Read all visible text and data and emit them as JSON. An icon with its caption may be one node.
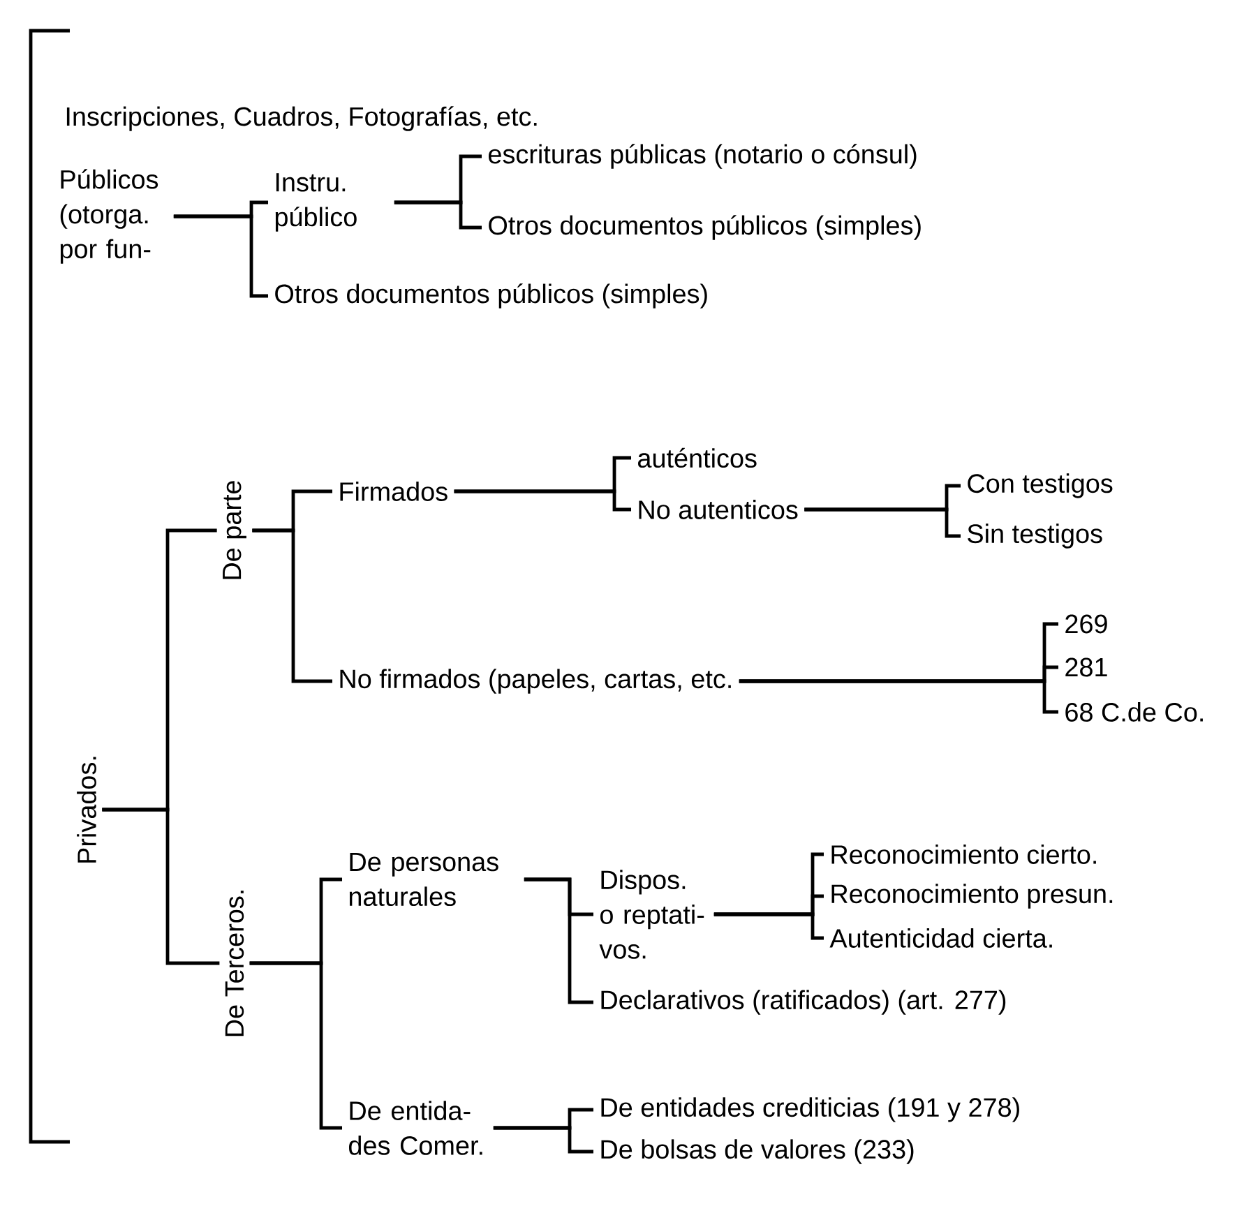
{
  "diagram": {
    "nodes": [
      {
        "text": [
          "Inscripciones, Cuadros, Fotografías, etc."
        ]
      },
      {
        "text": [
          "Públicos (otorga. por fun-"
        ]
      },
      {
        "text": [
          "Instru. público"
        ]
      },
      {
        "text": [
          "escrituras públicas (notario o cónsul)"
        ]
      },
      {
        "text": [
          "Otros documentos públicos (simples)"
        ]
      },
      {
        "text": [
          "Otros documentos públicos (simples)"
        ]
      },
      {
        "text": [
          "Privados."
        ]
      },
      {
        "text": [
          "De parte"
        ]
      },
      {
        "text": [
          "Firmados"
        ]
      },
      {
        "text": [
          "auténticos"
        ]
      },
      {
        "text": [
          "No autenticos"
        ]
      },
      {
        "text": [
          "Con testigos"
        ]
      },
      {
        "text": [
          "Sin testigos"
        ]
      },
      {
        "text": [
          "No firmados (papeles, cartas, etc."
        ]
      },
      {
        "text": [
          "269"
        ]
      },
      {
        "text": [
          "281"
        ]
      },
      {
        "text": [
          "68 C.de Co."
        ]
      },
      {
        "text": [
          "De Terceros."
        ]
      },
      {
        "text": [
          "De personas naturales"
        ]
      },
      {
        "text": [
          "Dispos. o reptati- vos."
        ]
      },
      {
        "text": [
          "Reconocimiento cierto."
        ]
      },
      {
        "text": [
          "Reconocimiento presun."
        ]
      },
      {
        "text": [
          "Autenticidad cierta."
        ]
      },
      {
        "text": [
          "Declarativos (ratificados) (art. 277)"
        ]
      },
      {
        "text": [
          "De entida- des Comer."
        ]
      },
      {
        "text": [
          "De entidades crediticias (191 y 278)"
        ]
      },
      {
        "text": [
          "De bolsas de valores (233)"
        ]
      }
    ],
    "edges": [
      {
        "from": 1,
        "to": 2,
        "arrow": "none"
      },
      {
        "from": 1,
        "to": 5,
        "arrow": "none"
      },
      {
        "from": 2,
        "to": 3,
        "arrow": "none"
      },
      {
        "from": 2,
        "to": 4,
        "arrow": "none"
      },
      {
        "from": 6,
        "to": 7,
        "arrow": "none"
      },
      {
        "from": 6,
        "to": 17,
        "arrow": "none"
      },
      {
        "from": 7,
        "to": 8,
        "arrow": "none"
      },
      {
        "from": 7,
        "to": 13,
        "arrow": "none"
      },
      {
        "from": 8,
        "to": 9,
        "arrow": "none"
      },
      {
        "from": 8,
        "to": 10,
        "arrow": "none"
      },
      {
        "from": 10,
        "to": 11,
        "arrow": "none"
      },
      {
        "from": 10,
        "to": 12,
        "arrow": "none"
      },
      {
        "from": 13,
        "to": 14,
        "arrow": "none"
      },
      {
        "from": 13,
        "to": 15,
        "arrow": "none"
      },
      {
        "from": 13,
        "to": 16,
        "arrow": "none"
      },
      {
        "from": 17,
        "to": 18,
        "arrow": "none"
      },
      {
        "from": 17,
        "to": 24,
        "arrow": "none"
      },
      {
        "from": 18,
        "to": 19,
        "arrow": "none"
      },
      {
        "from": 18,
        "to": 23,
        "arrow": "none"
      },
      {
        "from": 19,
        "to": 20,
        "arrow": "none"
      },
      {
        "from": 19,
        "to": 21,
        "arrow": "none"
      },
      {
        "from": 19,
        "to": 22,
        "arrow": "none"
      },
      {
        "from": 24,
        "to": 25,
        "arrow": "none"
      },
      {
        "from": 24,
        "to": 26,
        "arrow": "none"
      }
    ]
  }
}
